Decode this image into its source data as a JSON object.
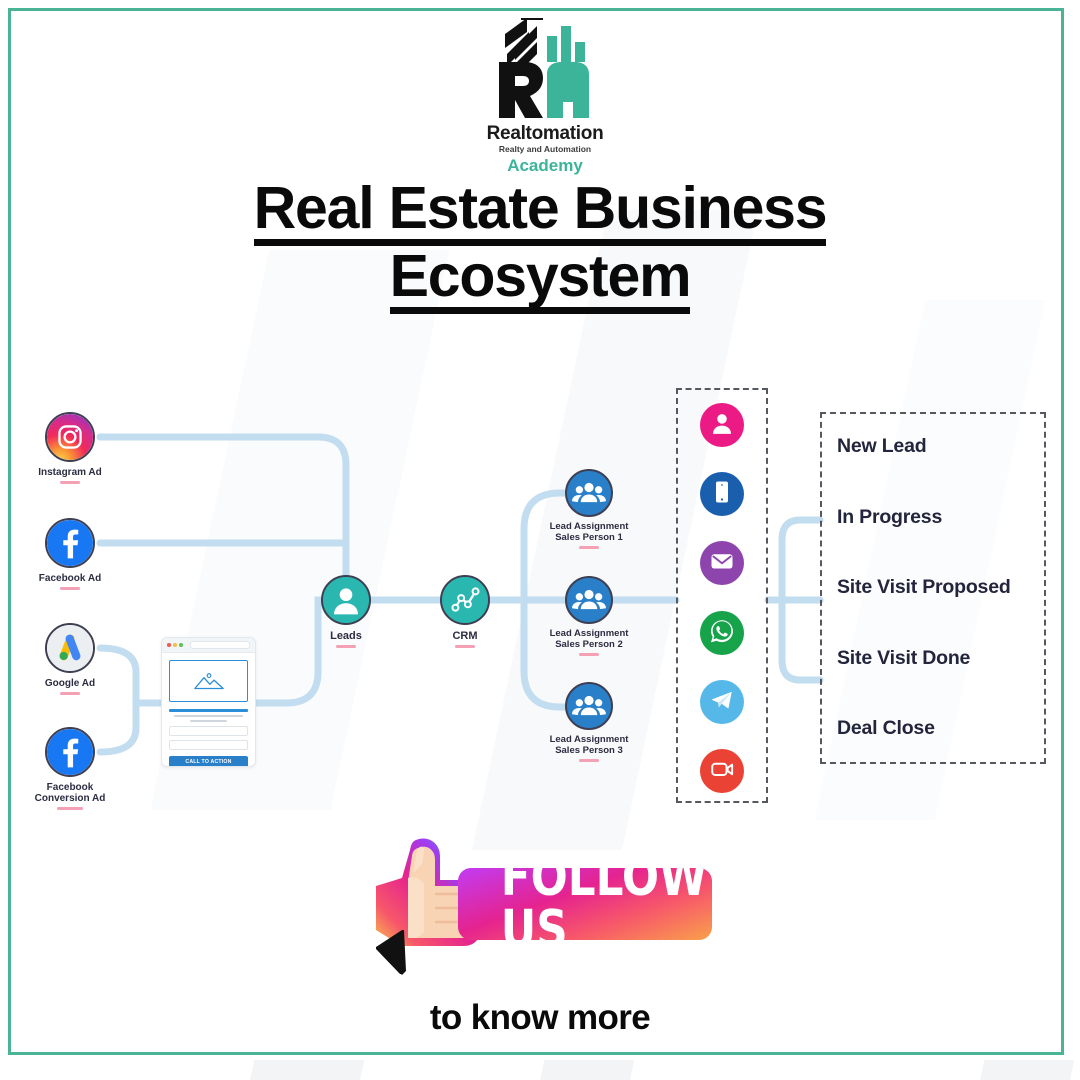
{
  "brand": {
    "logo_icon": "realtomation-building-logo",
    "name": "Realtomation",
    "tagline": "Realty and Automation",
    "sub": "Academy",
    "accent_teal": "#3bb49a",
    "frame_color": "#4cb496"
  },
  "headline": {
    "line1": "Real Estate Business",
    "line2": "Ecosystem"
  },
  "diagram": {
    "wire_color": "#c2dcf0",
    "sources": [
      {
        "id": "instagram-ad",
        "label": "Instagram Ad",
        "icon": "instagram-icon"
      },
      {
        "id": "facebook-ad",
        "label": "Facebook Ad",
        "icon": "facebook-icon"
      },
      {
        "id": "google-ad",
        "label": "Google Ad",
        "icon": "google-ads-icon"
      },
      {
        "id": "facebook-conversion-ad",
        "label": "Facebook\nConversion Ad",
        "icon": "facebook-icon"
      }
    ],
    "landing_page": {
      "cta_label": "CALL TO ACTION",
      "dots": [
        "#ee5b52",
        "#f5bf4f",
        "#5fc455"
      ]
    },
    "hub": [
      {
        "id": "leads",
        "label": "Leads",
        "icon": "person-icon",
        "color": "#2ab7b0"
      },
      {
        "id": "crm",
        "label": "CRM",
        "icon": "analytics-chart-icon",
        "color": "#2ab7b0"
      }
    ],
    "sales": [
      {
        "id": "sales-person-1",
        "label": "Lead Assignment\nSales Person 1",
        "icon": "people-group-icon"
      },
      {
        "id": "sales-person-2",
        "label": "Lead Assignment\nSales Person 2",
        "icon": "people-group-icon"
      },
      {
        "id": "sales-person-3",
        "label": "Lead Assignment\nSales Person 3",
        "icon": "people-group-icon"
      }
    ],
    "channels": [
      {
        "id": "contact",
        "icon": "person-icon",
        "color": "#ec1a85"
      },
      {
        "id": "phone",
        "icon": "phone-icon",
        "color": "#1a5fad"
      },
      {
        "id": "email",
        "icon": "envelope-icon",
        "color": "#8e44ad"
      },
      {
        "id": "whatsapp",
        "icon": "whatsapp-icon",
        "color": "#16a34a"
      },
      {
        "id": "telegram",
        "icon": "telegram-icon",
        "color": "#56b8e8"
      },
      {
        "id": "video",
        "icon": "video-call-icon",
        "color": "#ea4335"
      }
    ],
    "statuses": [
      "New Lead",
      "In Progress",
      "Site Visit Proposed",
      "Site Visit Done",
      "Deal Close"
    ]
  },
  "footer": {
    "badge_text": "FOLLOW US",
    "sub_text": "to know more",
    "thumb_icon": "thumbs-up-icon"
  }
}
